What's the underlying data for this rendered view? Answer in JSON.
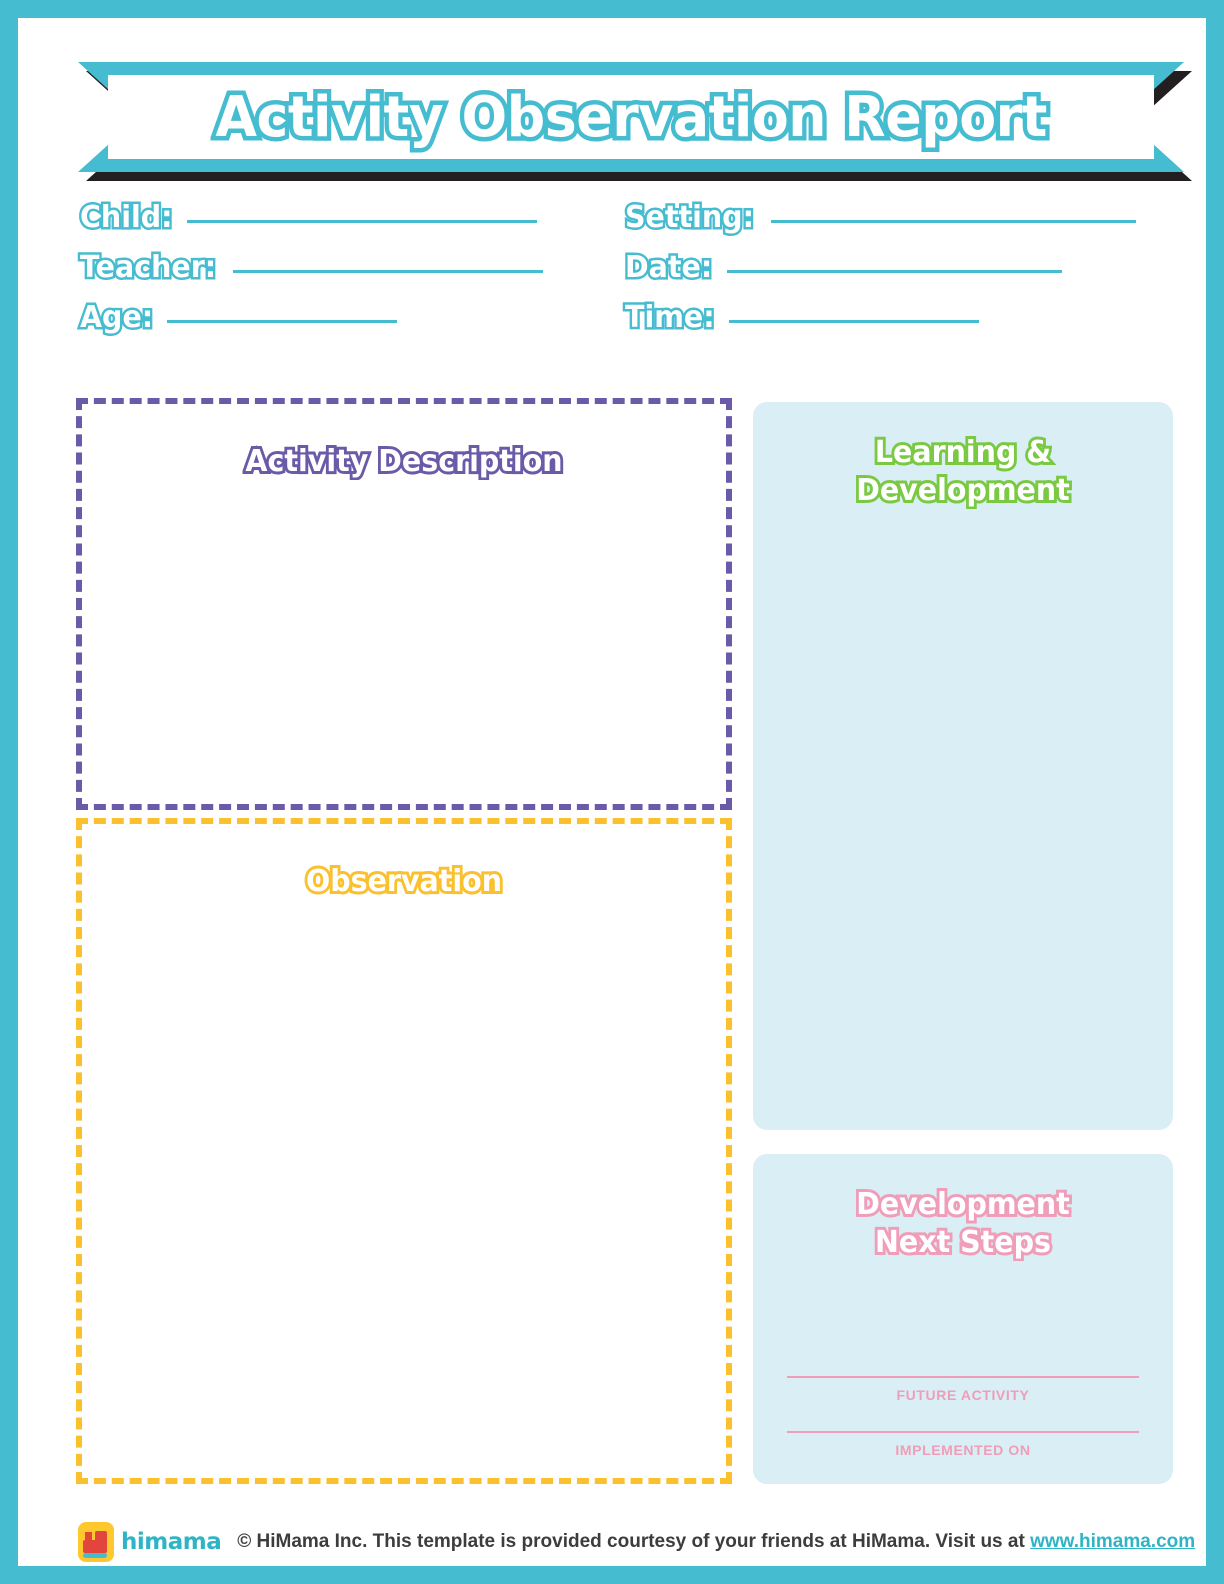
{
  "document": {
    "title": "Activity Observation Report",
    "accent_teal": "#45bcd0",
    "accent_purple": "#6a5aa8",
    "accent_yellow": "#fbc02d",
    "accent_green": "#7ac943",
    "accent_pink": "#ef9db8",
    "panel_fill": "#daeef5"
  },
  "header_fields": {
    "left": [
      {
        "label": "Child:",
        "value": "",
        "line_width": 350
      },
      {
        "label": "Teacher:",
        "value": "",
        "line_width": 310
      },
      {
        "label": "Age:",
        "value": "",
        "line_width": 230
      }
    ],
    "right": [
      {
        "label": "Setting:",
        "value": "",
        "line_width": 365
      },
      {
        "label": "Date:",
        "value": "",
        "line_width": 335
      },
      {
        "label": "Time:",
        "value": "",
        "line_width": 250
      }
    ]
  },
  "sections": {
    "activity_description": {
      "heading": "Activity Description",
      "value": ""
    },
    "observation": {
      "heading": "Observation",
      "value": ""
    },
    "learning_development": {
      "heading_line1": "Learning &",
      "heading_line2": "Development",
      "value": ""
    },
    "development_next_steps": {
      "heading_line1": "Development",
      "heading_line2": "Next Steps",
      "fields": [
        {
          "caption": "FUTURE ACTIVITY",
          "value": ""
        },
        {
          "caption": "IMPLEMENTED ON",
          "value": ""
        }
      ]
    }
  },
  "footer": {
    "logo_word": "himama",
    "text": "© HiMama Inc. This template is provided courtesy of your friends at HiMama. Visit us at",
    "link": "www.himama.com"
  }
}
